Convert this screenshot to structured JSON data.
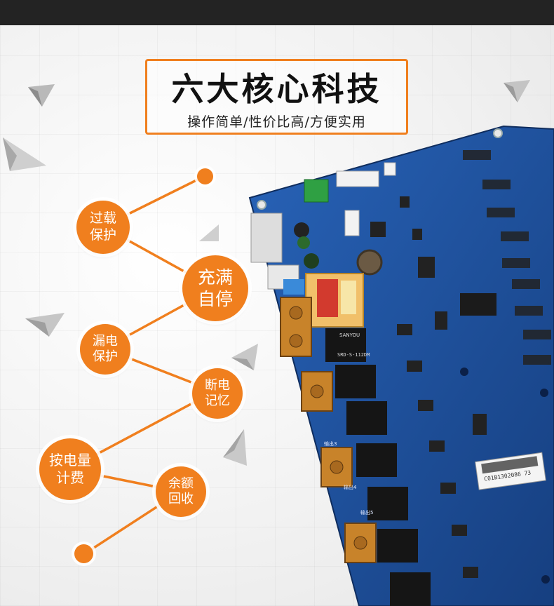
{
  "header": {
    "title": "六大核心科技",
    "subtitle": "操作简单/性价比高/方便实用"
  },
  "features": [
    {
      "label": "过载\n保护"
    },
    {
      "label": "充满\n自停"
    },
    {
      "label": "漏电\n保护"
    },
    {
      "label": "断电\n记忆"
    },
    {
      "label": "按电量\n计费"
    },
    {
      "label": "余额\n回收"
    }
  ],
  "board": {
    "barcode_text": "C01B1302086 73",
    "channel_labels": [
      "输出3",
      "输出4",
      "输出5"
    ],
    "relay_text": "SRD-S-112DM",
    "relay_brand": "SANYOU"
  },
  "colors": {
    "accent": "#f07f1e",
    "board": "#1d4f9a",
    "topbar": "#232323"
  }
}
